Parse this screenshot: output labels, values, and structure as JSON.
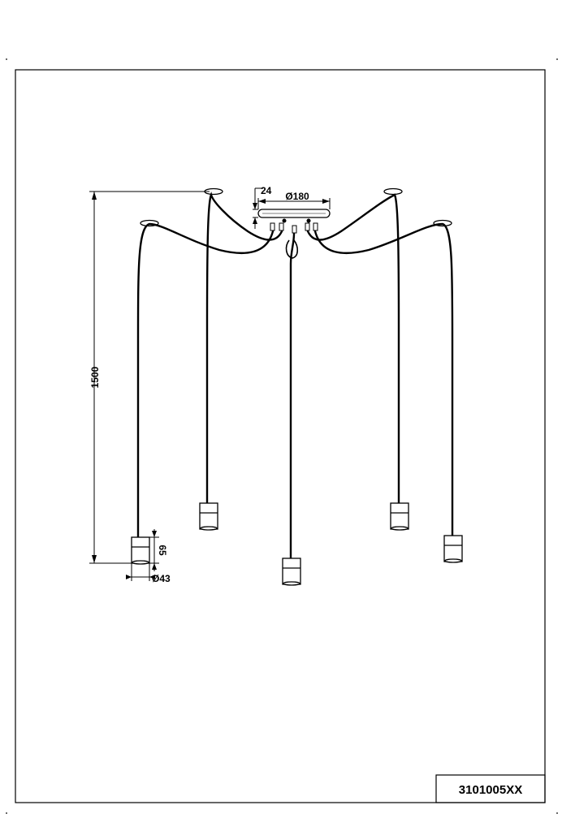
{
  "dimensions": {
    "ceiling_height": "24",
    "canopy_diameter": "Ø180",
    "total_drop": "1500",
    "shade_height": "65",
    "shade_diameter": "Ø43"
  },
  "title_block": {
    "article_number": "3101005XX"
  }
}
